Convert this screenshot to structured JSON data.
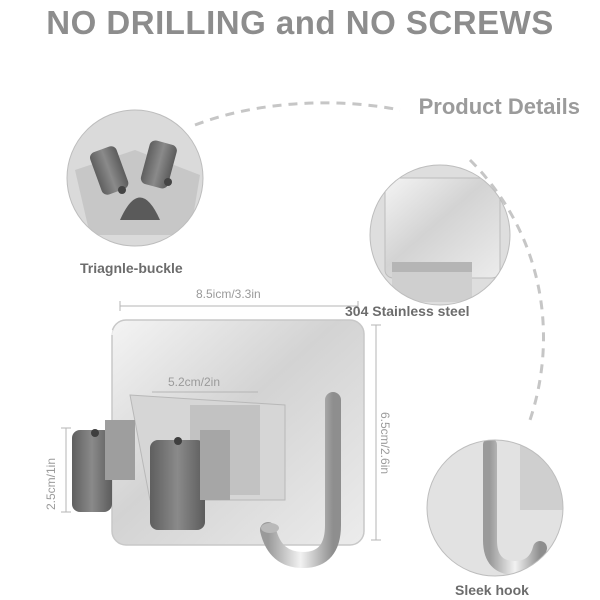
{
  "headline": "NO DRILLING and NO SCREWS",
  "section_title": "Product Details",
  "details": {
    "triangle_buckle": "Triagnle-buckle",
    "steel": "304 Stainless steel",
    "hook": "Sleek hook"
  },
  "dimensions": {
    "plate_width": "8.5icm/3.3in",
    "clip_span": "5.2cm/2in",
    "clip_height": "2.5cm/1in",
    "plate_height": "6.5cm/2.6in"
  },
  "colors": {
    "text_gray": "#8d8d8d",
    "clip_gray": "#6e6e6e",
    "steel": "#d9d9d9"
  }
}
